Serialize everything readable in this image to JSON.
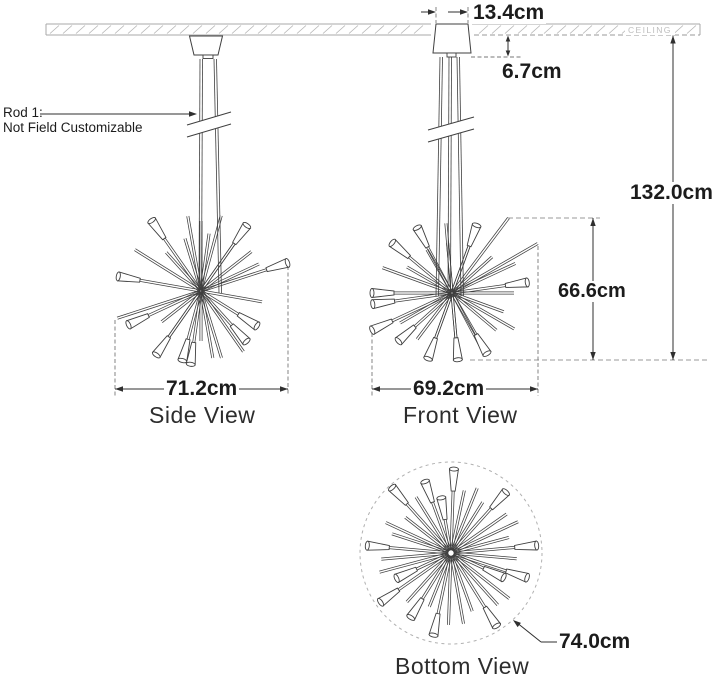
{
  "drawing": {
    "ceiling_label": "CEILING",
    "rod_note": {
      "line1": "Rod 1:",
      "line2": "Not Field Customizable"
    },
    "dimensions": {
      "canopy_width": "13.4cm",
      "canopy_drop": "6.7cm",
      "overall_drop": "132.0cm",
      "body_height": "66.6cm",
      "side_width": "71.2cm",
      "front_width": "69.2cm",
      "bottom_diameter": "74.0cm"
    },
    "view_labels": {
      "side": "Side View",
      "front": "Front View",
      "bottom": "Bottom View"
    },
    "colors": {
      "line": "#3f3f3f",
      "dim": "#2f2f2f",
      "dashed": "#777777",
      "light_dashed": "#9a9a9a",
      "hatch": "#b5b5b5",
      "band": "#a8a8a8",
      "background": "#ffffff"
    }
  }
}
